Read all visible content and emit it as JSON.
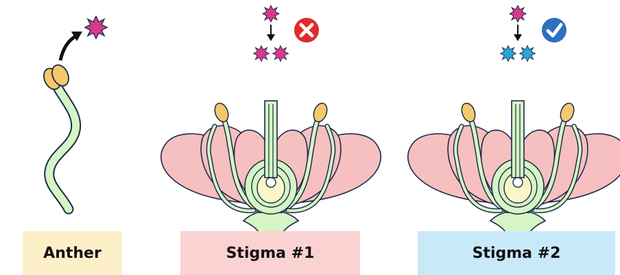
{
  "labels": {
    "anther": "Anther",
    "stigma1": "Stigma #1",
    "stigma2": "Stigma #2"
  },
  "colors": {
    "anther_box": "#fdf0c8",
    "stigma1_box": "#fbd2d2",
    "stigma2_box": "#c8e9f8",
    "petal": "#f6c0c0",
    "stem": "#d5f5c4",
    "anther_yellow": "#f5c86b",
    "ovary": "#fbf6c8",
    "pollen_magenta": "#d93a8a",
    "pollen_blue": "#2aa6d8",
    "outline": "#1c2a4a",
    "reject_red": "#e02a2a",
    "accept_blue": "#2e6fc0"
  },
  "icons": {
    "stigma1_status": "x-mark-icon",
    "stigma2_status": "check-mark-icon"
  }
}
